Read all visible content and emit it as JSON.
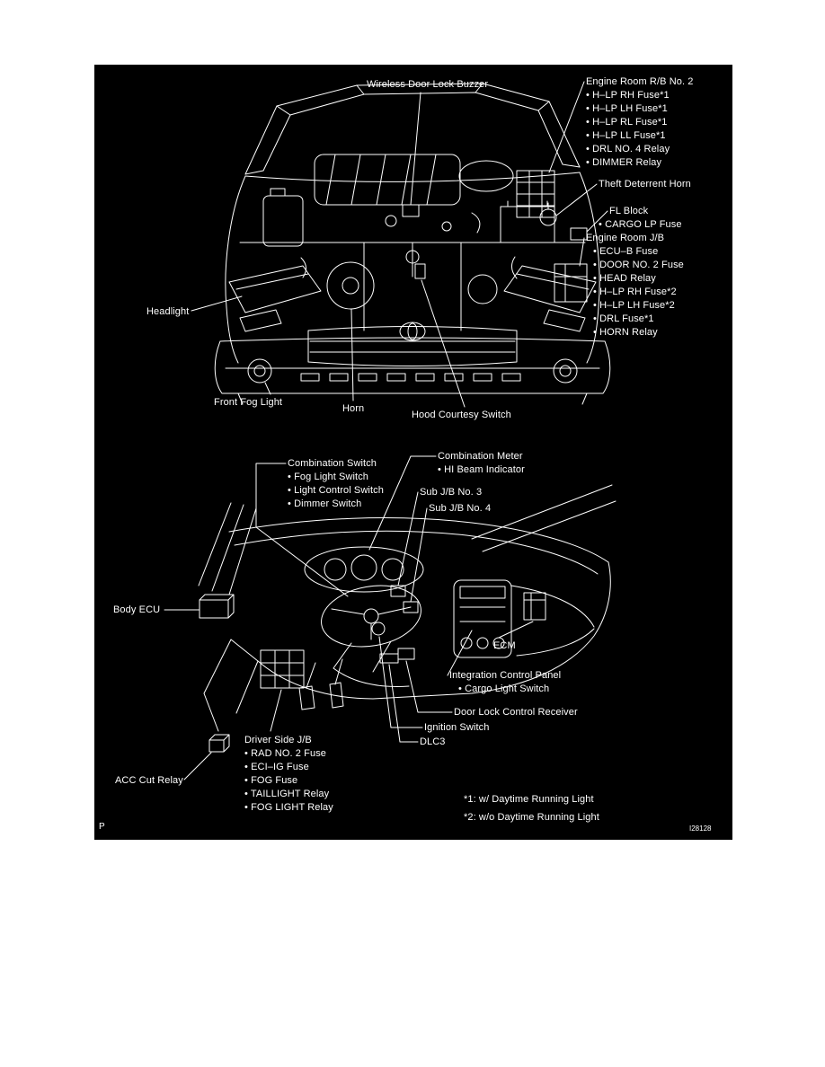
{
  "figure": {
    "corner_mark": "P",
    "figure_code": "I28128",
    "footnotes": [
      "*1: w/ Daytime Running Light",
      "*2: w/o Daytime Running Light"
    ]
  },
  "engine_compartment": {
    "wireless_door_lock_buzzer": "Wireless Door Lock Buzzer",
    "engine_room_rb_no2": {
      "title": "Engine Room R/B No. 2",
      "items": [
        "• H–LP RH Fuse*1",
        "• H–LP LH Fuse*1",
        "• H–LP RL Fuse*1",
        "• H–LP LL Fuse*1",
        "• DRL NO. 4 Relay",
        "• DIMMER Relay"
      ]
    },
    "theft_deterrent_horn": "Theft Deterrent Horn",
    "fl_block": {
      "title": "FL Block",
      "items": [
        "• CARGO LP Fuse"
      ]
    },
    "engine_room_jb": {
      "title": "Engine Room J/B",
      "items": [
        "• ECU–B Fuse",
        "• DOOR NO. 2 Fuse",
        "• HEAD Relay",
        "• H–LP RH Fuse*2",
        "• H–LP LH Fuse*2",
        "• DRL Fuse*1",
        "• HORN Relay"
      ]
    },
    "headlight": "Headlight",
    "front_fog_light": "Front Fog Light",
    "horn": "Horn",
    "hood_courtesy_switch": "Hood Courtesy Switch"
  },
  "instrument_panel": {
    "combination_switch": {
      "title": "Combination Switch",
      "items": [
        "• Fog Light Switch",
        "• Light Control Switch",
        "• Dimmer Switch"
      ]
    },
    "combination_meter": {
      "title": "Combination Meter",
      "items": [
        "• HI Beam Indicator"
      ]
    },
    "sub_jb_no3": "Sub J/B No. 3",
    "sub_jb_no4": "Sub J/B No. 4",
    "body_ecu": "Body ECU",
    "ecm": "ECM",
    "integration_control_panel": {
      "title": "Integration Control Panel",
      "items": [
        "• Cargo Light Switch"
      ]
    },
    "door_lock_control_receiver": "Door Lock Control Receiver",
    "ignition_switch": "Ignition Switch",
    "dlc3": "DLC3",
    "driver_side_jb": {
      "title": "Driver Side J/B",
      "items": [
        "• RAD NO. 2 Fuse",
        "• ECI–IG Fuse",
        "• FOG Fuse",
        "• TAILLIGHT Relay",
        "• FOG LIGHT Relay"
      ]
    },
    "acc_cut_relay": "ACC Cut Relay"
  }
}
